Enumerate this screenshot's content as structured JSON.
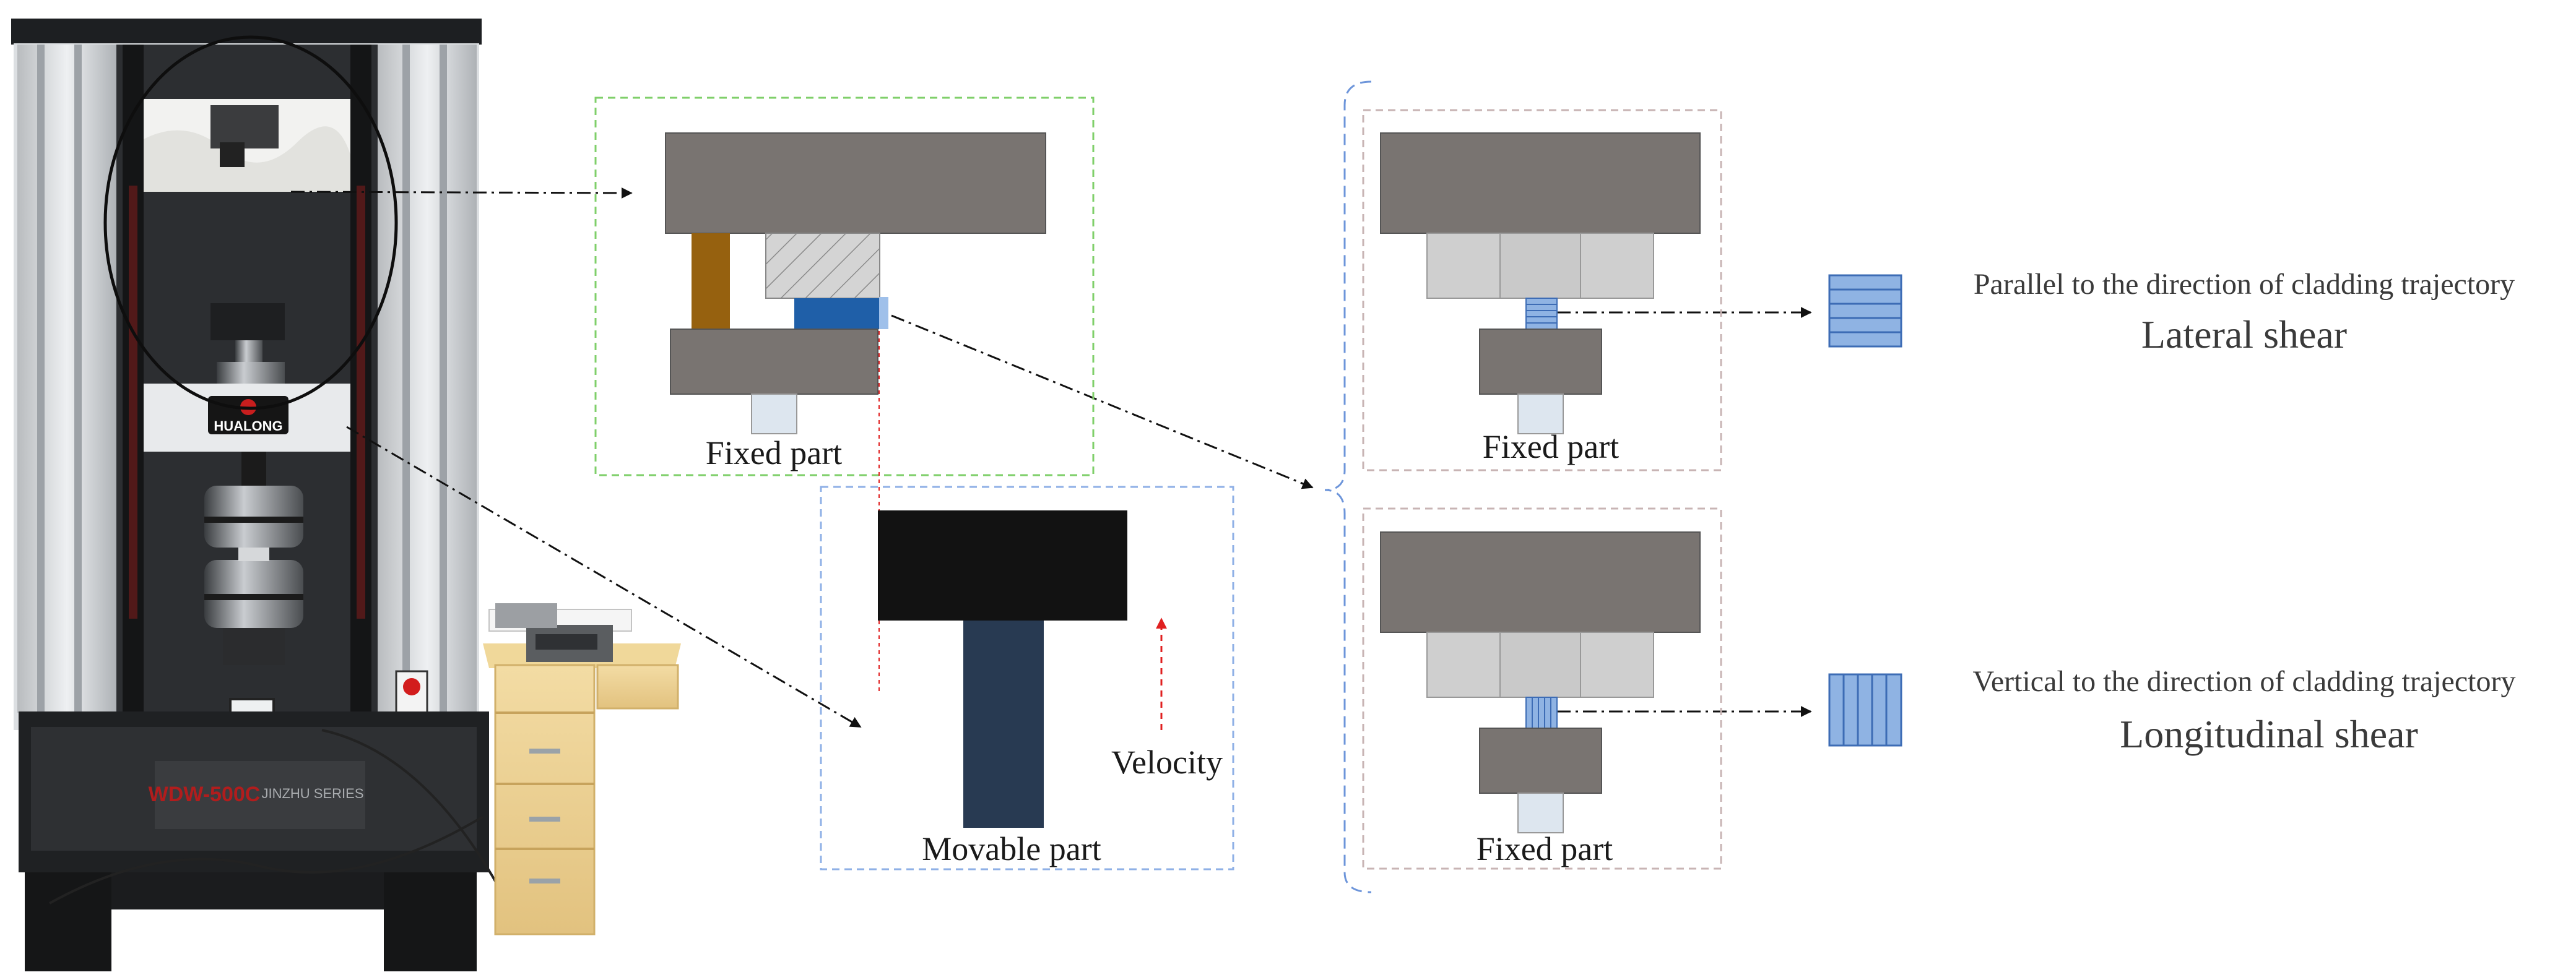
{
  "photo": {
    "brand": "HUALONG",
    "model": "WDW-500C",
    "series": "JINZHU SERIES"
  },
  "detail_fixture": {
    "fixed_label": "Fixed part",
    "movable_label": "Movable part",
    "velocity_label": "Velocity"
  },
  "lateral": {
    "fixed_label": "Fixed part",
    "description": "Parallel to the direction of cladding trajectory",
    "name": "Lateral shear"
  },
  "longitudinal": {
    "fixed_label": "Fixed part",
    "description": "Vertical to the direction of cladding trajectory",
    "name": "Longitudinal shear"
  },
  "colors": {
    "dark_block": "#797471",
    "light_block": "#c9c9c9",
    "specimen_blue": "#1f5fa8",
    "sample_blue": "#8fb3e3",
    "bronze_bar": "#96610f",
    "movable_black": "#121212",
    "movable_navy": "#283a52",
    "green_frame": "#7fcf6a",
    "blue_frame": "#8fb0e6",
    "gray_frame": "#c8b4b4",
    "velocity_arrow": "#e02020"
  }
}
